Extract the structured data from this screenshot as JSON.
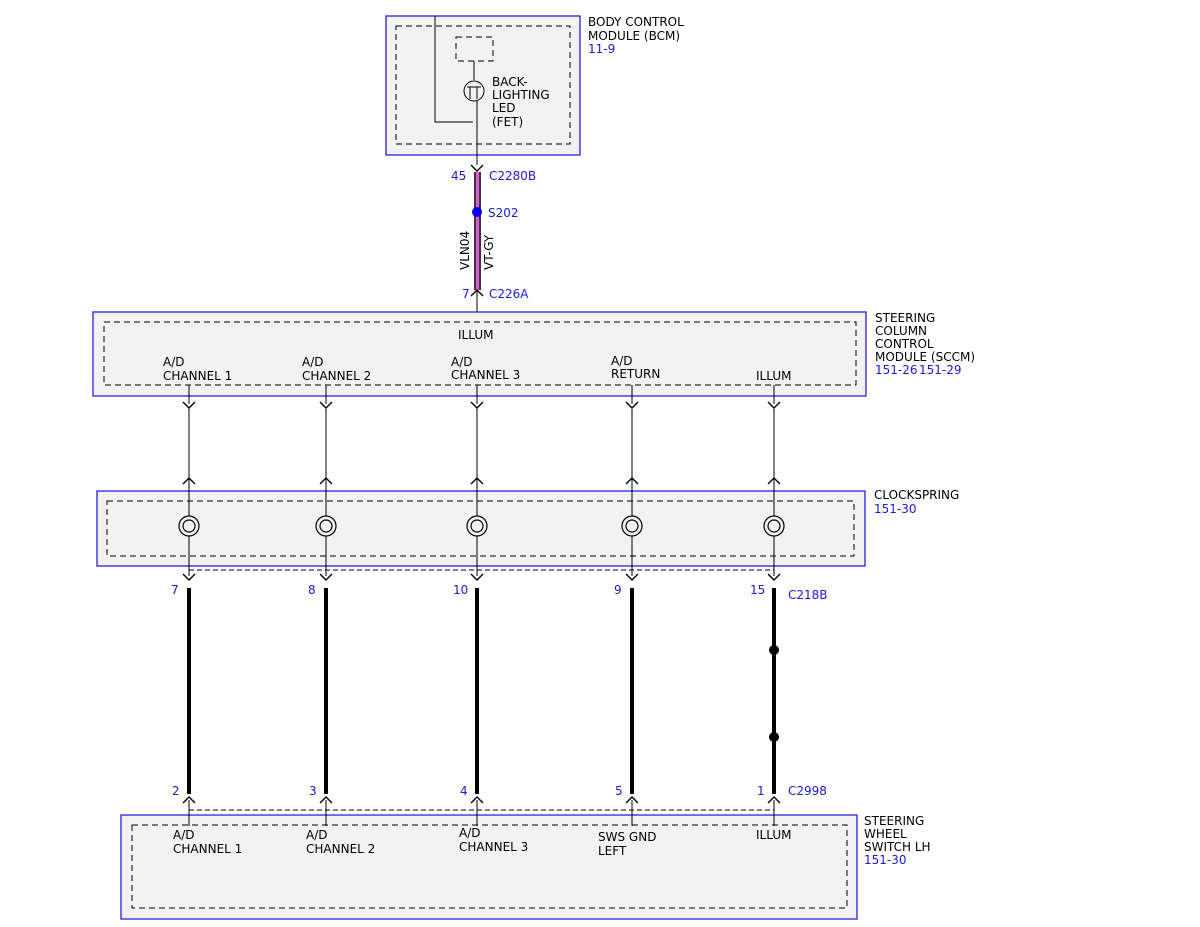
{
  "colors": {
    "module_border": "#2222dd",
    "module_fill": "#f2f2f2",
    "reference_text": "#1a1adc",
    "splice_dot": "#0000ee",
    "wire_highlight": "#cc66cc"
  },
  "bcm": {
    "name_lines": [
      "BODY CONTROL",
      "MODULE (BCM)"
    ],
    "ref": "11-9",
    "component_lines": [
      "BACK-",
      "LIGHTING",
      "LED",
      "(FET)"
    ]
  },
  "feed_wire": {
    "top_pin": "45",
    "top_connector": "C2280B",
    "splice": "S202",
    "circuit": "VLN04",
    "color_code": "VT-GY",
    "bottom_pin": "7",
    "bottom_connector": "C226A"
  },
  "sccm": {
    "name_lines": [
      "STEERING",
      "COLUMN",
      "CONTROL",
      "MODULE (SCCM)"
    ],
    "refs": [
      "151-26",
      "151-29"
    ],
    "top_label": "ILLUM",
    "pins": [
      {
        "lines": [
          "A/D",
          "CHANNEL 1"
        ]
      },
      {
        "lines": [
          "A/D",
          "CHANNEL 2"
        ]
      },
      {
        "lines": [
          "A/D",
          "CHANNEL 3"
        ]
      },
      {
        "lines": [
          "A/D",
          "RETURN"
        ]
      },
      {
        "lines": [
          "ILLUM"
        ]
      }
    ]
  },
  "clockspring": {
    "name": "CLOCKSPRING",
    "ref": "151-30",
    "lower_connector": "C218B",
    "lower_pins": [
      "7",
      "8",
      "10",
      "9",
      "15"
    ]
  },
  "sws": {
    "name_lines": [
      "STEERING",
      "WHEEL",
      "SWITCH LH"
    ],
    "ref": "151-30",
    "connector": "C2998",
    "pins": [
      "2",
      "3",
      "4",
      "5",
      "1"
    ],
    "labels": [
      {
        "lines": [
          "A/D",
          "CHANNEL 1"
        ]
      },
      {
        "lines": [
          "A/D",
          "CHANNEL 2"
        ]
      },
      {
        "lines": [
          "A/D",
          "CHANNEL 3"
        ]
      },
      {
        "lines": [
          "SWS GND",
          "LEFT"
        ]
      },
      {
        "lines": [
          "ILLUM"
        ]
      }
    ]
  }
}
